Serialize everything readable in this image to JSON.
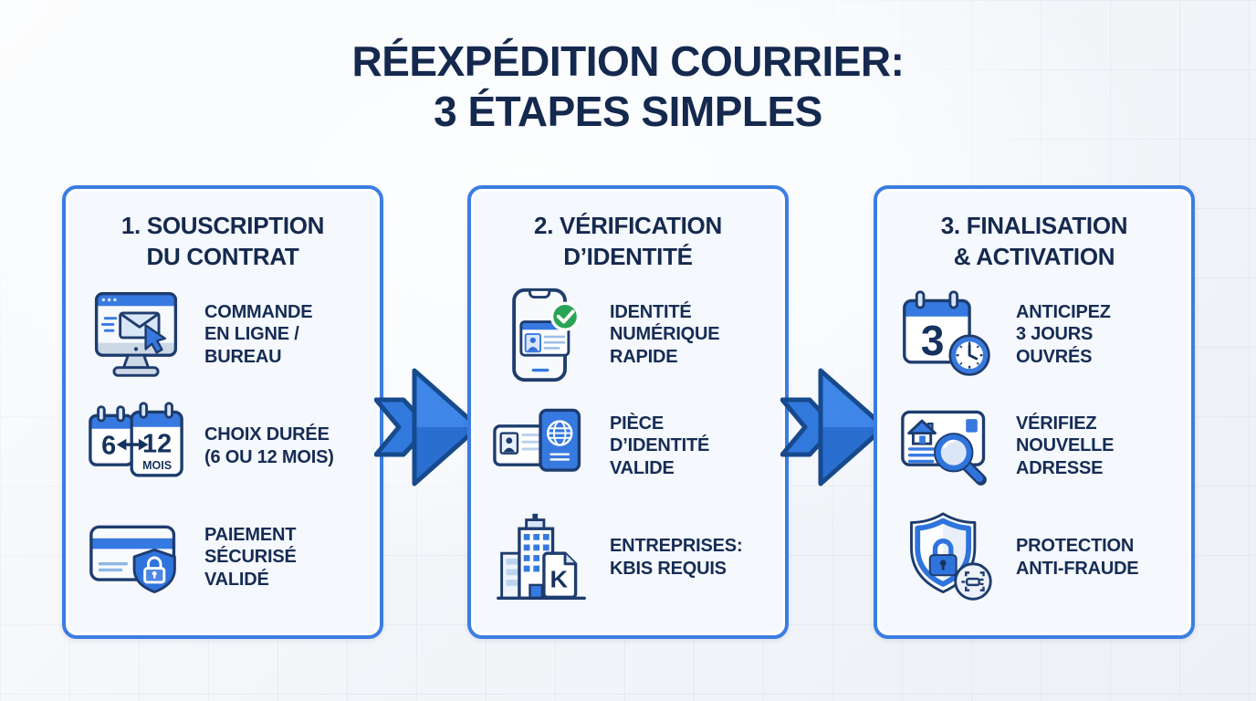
{
  "title": "RÉEXPÉDITION COURRIER:\n3 ÉTAPES SIMPLES",
  "colors": {
    "navy_text": "#15294f",
    "icon_blue": "#2f74dd",
    "card_border": "#3b7de2",
    "background": "#eff2f7",
    "check_green": "#2aa455"
  },
  "steps": [
    {
      "title": "1. SOUSCRIPTION\nDU CONTRAT",
      "items": [
        {
          "icon": "monitor-envelope-cursor-icon",
          "label": "COMMANDE\nEN LIGNE /\nBUREAU"
        },
        {
          "icon": "calendar-duration-icon",
          "label": "CHOIX DURÉE\n(6 OU 12 MOIS)"
        },
        {
          "icon": "secure-payment-icon",
          "label": "PAIEMENT\nSÉCURISÉ\nVALIDÉ"
        }
      ]
    },
    {
      "title": "2. VÉRIFICATION\nD’IDENTITÉ",
      "items": [
        {
          "icon": "digital-identity-icon",
          "label": "IDENTITÉ\nNUMÉRIQUE\nRAPIDE"
        },
        {
          "icon": "id-passport-icon",
          "label": "PIÈCE\nD’IDENTITÉ\nVALIDE"
        },
        {
          "icon": "company-kbis-icon",
          "label": "ENTREPRISES:\nKBIS REQUIS"
        }
      ]
    },
    {
      "title": "3. FINALISATION\n& ACTIVATION",
      "items": [
        {
          "icon": "calendar-clock-icon",
          "label": "ANTICIPEZ\n3 JOURS\nOUVRÉS"
        },
        {
          "icon": "address-check-icon",
          "label": "VÉRIFIEZ\nNOUVELLE\nADRESSE"
        },
        {
          "icon": "anti-fraud-shield-icon",
          "label": "PROTECTION\nANTI-FRAUDE"
        }
      ]
    }
  ],
  "icon_text": {
    "duration_left": "6",
    "duration_right": "12",
    "duration_unit": "MOIS",
    "days": "3",
    "kbis_letter": "K"
  }
}
